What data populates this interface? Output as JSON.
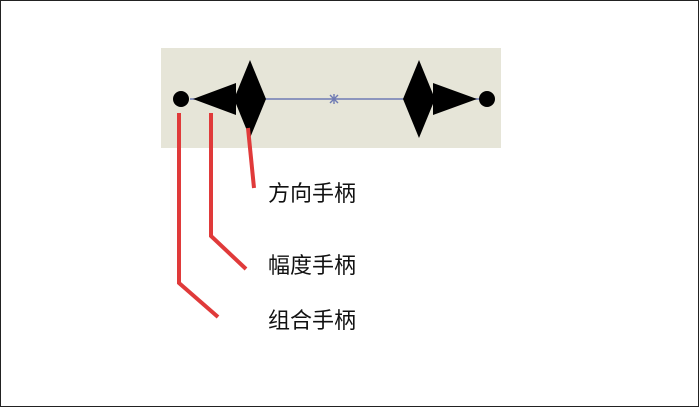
{
  "colors": {
    "panel": "#e6e5d8",
    "shape": "#000000",
    "axis_line": "#6f7bb4",
    "leader": "#e03a3a"
  },
  "icons": {
    "center": "center-star-icon",
    "group_handle": "circle-handle-icon",
    "amplitude_handle": "triangle-handle-icon",
    "direction_handle": "diamond-handle-icon"
  },
  "labels": {
    "direction": "方向手柄",
    "amplitude": "幅度手柄",
    "group": "组合手柄"
  }
}
